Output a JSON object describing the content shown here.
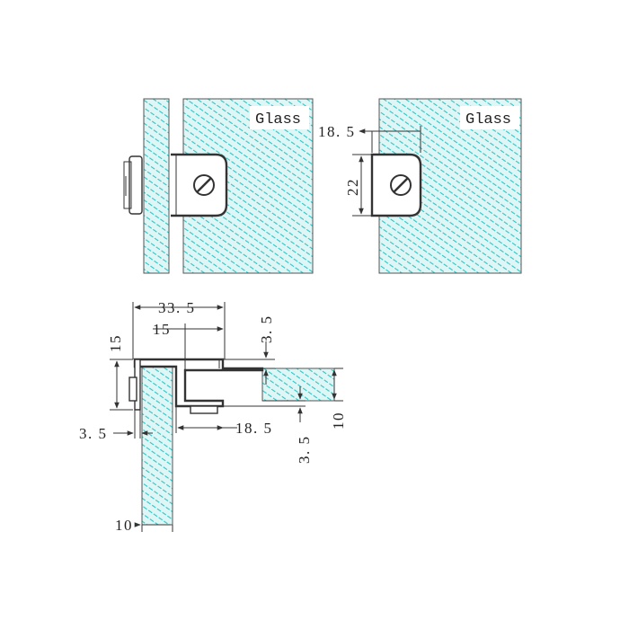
{
  "colors": {
    "glass_hatch": "#2ec4c4",
    "line": "#333333",
    "background": "#ffffff"
  },
  "front_view": {
    "glass_label": "Glass"
  },
  "side_view": {
    "glass_label": "Glass",
    "dim_offset": "18. 5",
    "dim_height": "22"
  },
  "section_view": {
    "dim_overall_width": "33. 5",
    "dim_inner_width": "15",
    "dim_top_thickness": "3. 5",
    "dim_height": "15",
    "dim_left_thickness": "3. 5",
    "dim_right_width": "18. 5",
    "dim_bottom_thickness": "3. 5",
    "dim_glass_right": "10",
    "dim_glass_bottom": "10"
  }
}
